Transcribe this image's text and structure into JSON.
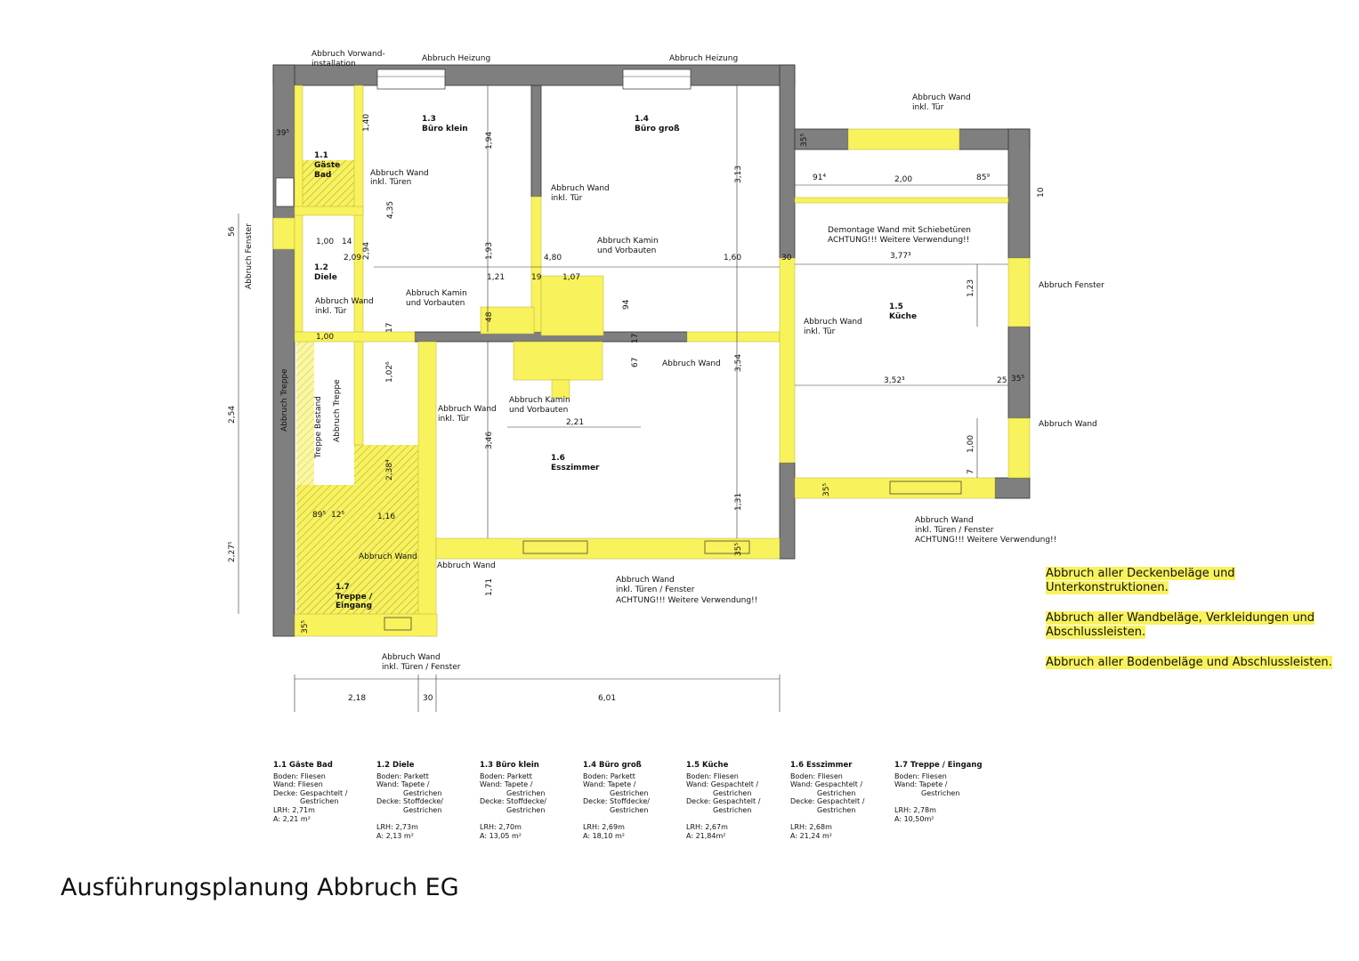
{
  "title": "Ausführungsplanung Abbruch EG",
  "colors": {
    "demolition": "#f8f25c",
    "wall": "#7f7f7f"
  },
  "annotations": [
    "Abbruch Vorwand-",
    "installation",
    "Abbruch Heizung",
    "Abbruch Heizung",
    "1.3",
    "Büro klein",
    "1.4",
    "Büro groß",
    "Abbruch Wand",
    "inkl. Tür",
    "1.1",
    "Gäste",
    "Bad",
    "Abbruch Wand",
    "inkl. Türen",
    "Abbruch Wand",
    "inkl. Tür",
    "Abbruch Kamin",
    "und Vorbauten",
    "Demontage Wand mit Schiebetüren",
    "ACHTUNG!!! Weitere Verwendung!!",
    "Abbruch Fenster",
    "1.2",
    "Diele",
    "Abbruch Kamin",
    "und Vorbauten",
    "Abbruch Wand",
    "inkl. Tür",
    "1.5",
    "Küche",
    "Abbruch Wand",
    "inkl. Tür",
    "Abbruch Wand",
    "Abbruch Kamin",
    "und Vorbauten",
    "Abbruch Wand",
    "inkl. Tür",
    "Abbruch Wand",
    "1.6",
    "Esszimmer",
    "Abbruch Wand",
    "inkl. Türen / Fenster",
    "ACHTUNG!!! Weitere Verwendung!!",
    "Abbruch Wand",
    "Abbruch Wand",
    "Abbruch Wand",
    "inkl. Türen / Fenster",
    "ACHTUNG!!! Weitere Verwendung!!",
    "1.7",
    "Treppe /",
    "Eingang",
    "Abbruch Wand",
    "inkl. Türen / Fenster",
    "Abbruch Fenster",
    "Abbruch Treppe",
    "Treppe Bestand",
    "Abbruch Treppe"
  ],
  "dimensions": [
    "39⁵",
    "1,40",
    "1,94",
    "3,13",
    "35⁵",
    "91⁴",
    "2,00",
    "85⁹",
    "10",
    "4,35",
    "56",
    "1,00",
    "14",
    "2,09",
    "2,94",
    "1,93",
    "4,80",
    "1,60",
    "30",
    "3,77³",
    "1,21",
    "19",
    "1,07",
    "1,23",
    "94",
    "48",
    "1,00",
    "17",
    "17",
    "1,02⁶",
    "67",
    "3,54",
    "3,52³",
    "25",
    "35⁵",
    "2,54",
    "2,21",
    "3,46",
    "1,00",
    "7",
    "2,38⁴",
    "35⁵",
    "89⁵",
    "12⁵",
    "1,16",
    "1,31",
    "2,27⁵",
    "35⁵",
    "1,71",
    "35⁵",
    "2,18",
    "30",
    "6,01"
  ],
  "rooms": [
    {
      "name": "1.1 Gäste Bad",
      "boden": "Boden: Fliesen",
      "wand": "Wand: Fliesen",
      "wand2": "",
      "decke": "Decke: Gespachtelt /",
      "decke2": "Gestrichen",
      "lrh": "LRH: 2,71m",
      "area": "A: 2,21 m²"
    },
    {
      "name": "1.2 Diele",
      "boden": "Boden: Parkett",
      "wand": "Wand: Tapete /",
      "wand2": "Gestrichen",
      "decke": "Decke: Stoffdecke/",
      "decke2": "Gestrichen",
      "lrh": "LRH: 2,73m",
      "area": "A: 2,13 m²"
    },
    {
      "name": "1.3 Büro klein",
      "boden": "Boden: Parkett",
      "wand": "Wand: Tapete /",
      "wand2": "Gestrichen",
      "decke": "Decke: Stoffdecke/",
      "decke2": "Gestrichen",
      "lrh": "LRH: 2,70m",
      "area": "A: 13,05 m²"
    },
    {
      "name": "1.4 Büro groß",
      "boden": "Boden: Parkett",
      "wand": "Wand: Tapete /",
      "wand2": "Gestrichen",
      "decke": "Decke: Stoffdecke/",
      "decke2": "Gestrichen",
      "lrh": "LRH: 2,69m",
      "area": "A: 18,10 m²"
    },
    {
      "name": "1.5 Küche",
      "boden": "Boden: Fliesen",
      "wand": "Wand: Gespachtelt /",
      "wand2": "Gestrichen",
      "decke": "Decke: Gespachtelt /",
      "decke2": "Gestrichen",
      "lrh": "LRH: 2,67m",
      "area": "A: 21,84m²"
    },
    {
      "name": "1.6 Esszimmer",
      "boden": "Boden: Fliesen",
      "wand": "Wand: Gespachtelt /",
      "wand2": "Gestrichen",
      "decke": "Decke: Gespachtelt /",
      "decke2": "Gestrichen",
      "lrh": "LRH: 2,68m",
      "area": "A: 21,24 m²"
    },
    {
      "name": "1.7 Treppe / Eingang",
      "boden": "Boden: Fliesen",
      "wand": "Wand: Tapete /",
      "wand2": "Gestrichen",
      "decke": "",
      "decke2": "",
      "lrh": "LRH: 2,78m",
      "area": "A: 10,50m²"
    }
  ],
  "notes": [
    "Abbruch aller Deckenbeläge und Unterkonstruktionen.",
    "Abbruch aller Wandbeläge, Verkleidungen und Abschlussleisten.",
    "Abbruch aller Bodenbeläge und Abschlussleisten."
  ]
}
